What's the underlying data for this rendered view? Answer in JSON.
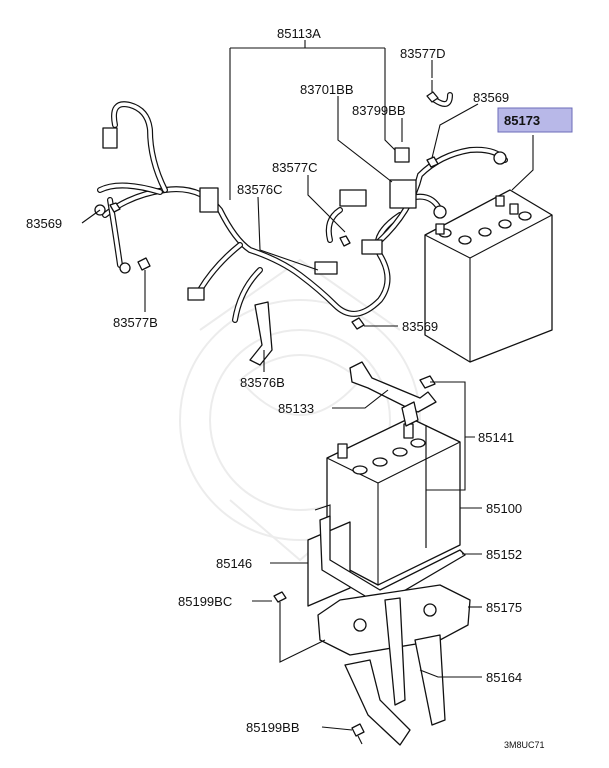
{
  "diagram": {
    "code": "3M8UC71",
    "highlight_color": "#b8b8e8",
    "labels": {
      "p85113A": "85113A",
      "p83577D": "83577D",
      "p83701BB": "83701BB",
      "p83799BB": "83799BB",
      "p83569_top": "83569",
      "p85173": "85173",
      "p83577C": "83577C",
      "p83576C": "83576C",
      "p83569_left": "83569",
      "p83577B": "83577B",
      "p83569_mid": "83569",
      "p83576B": "83576B",
      "p85133": "85133",
      "p85141": "85141",
      "p85100": "85100",
      "p85146": "85146",
      "p85152": "85152",
      "p85199BC": "85199BC",
      "p85175": "85175",
      "p85164": "85164",
      "p85199BB": "85199BB"
    }
  }
}
